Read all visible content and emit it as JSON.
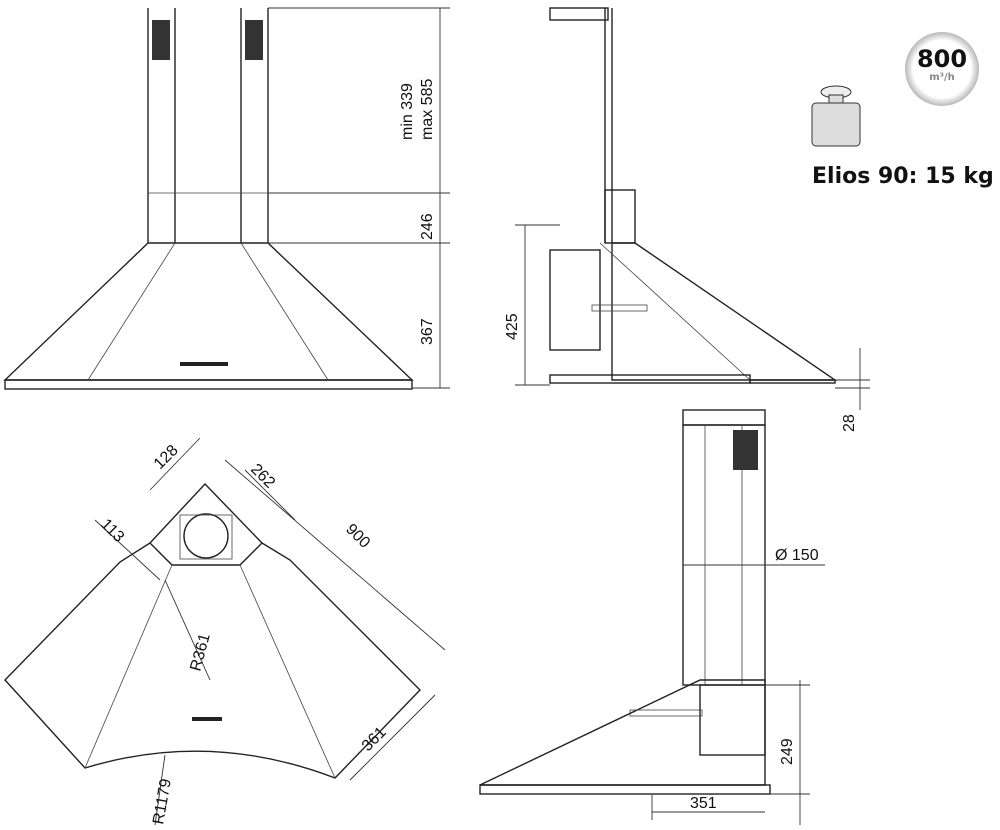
{
  "model_label": "Elios 90:",
  "weight": "15 kg",
  "airflow": {
    "value": "800",
    "unit": "m³/h"
  },
  "dimensions": {
    "chimney_range_min": "min 339",
    "chimney_range_max": "max 585",
    "lower_chimney": "246",
    "hood_height": "367",
    "side_height": "425",
    "bottom_thickness": "28",
    "inner_side_128": "128",
    "inner_side_113": "113",
    "diag_262": "262",
    "diag_900": "900",
    "radius_inner": "R361",
    "side_361": "361",
    "radius_outer": "R1179",
    "duct_diameter": "Ø 150",
    "depth_249": "249",
    "width_351": "351"
  }
}
